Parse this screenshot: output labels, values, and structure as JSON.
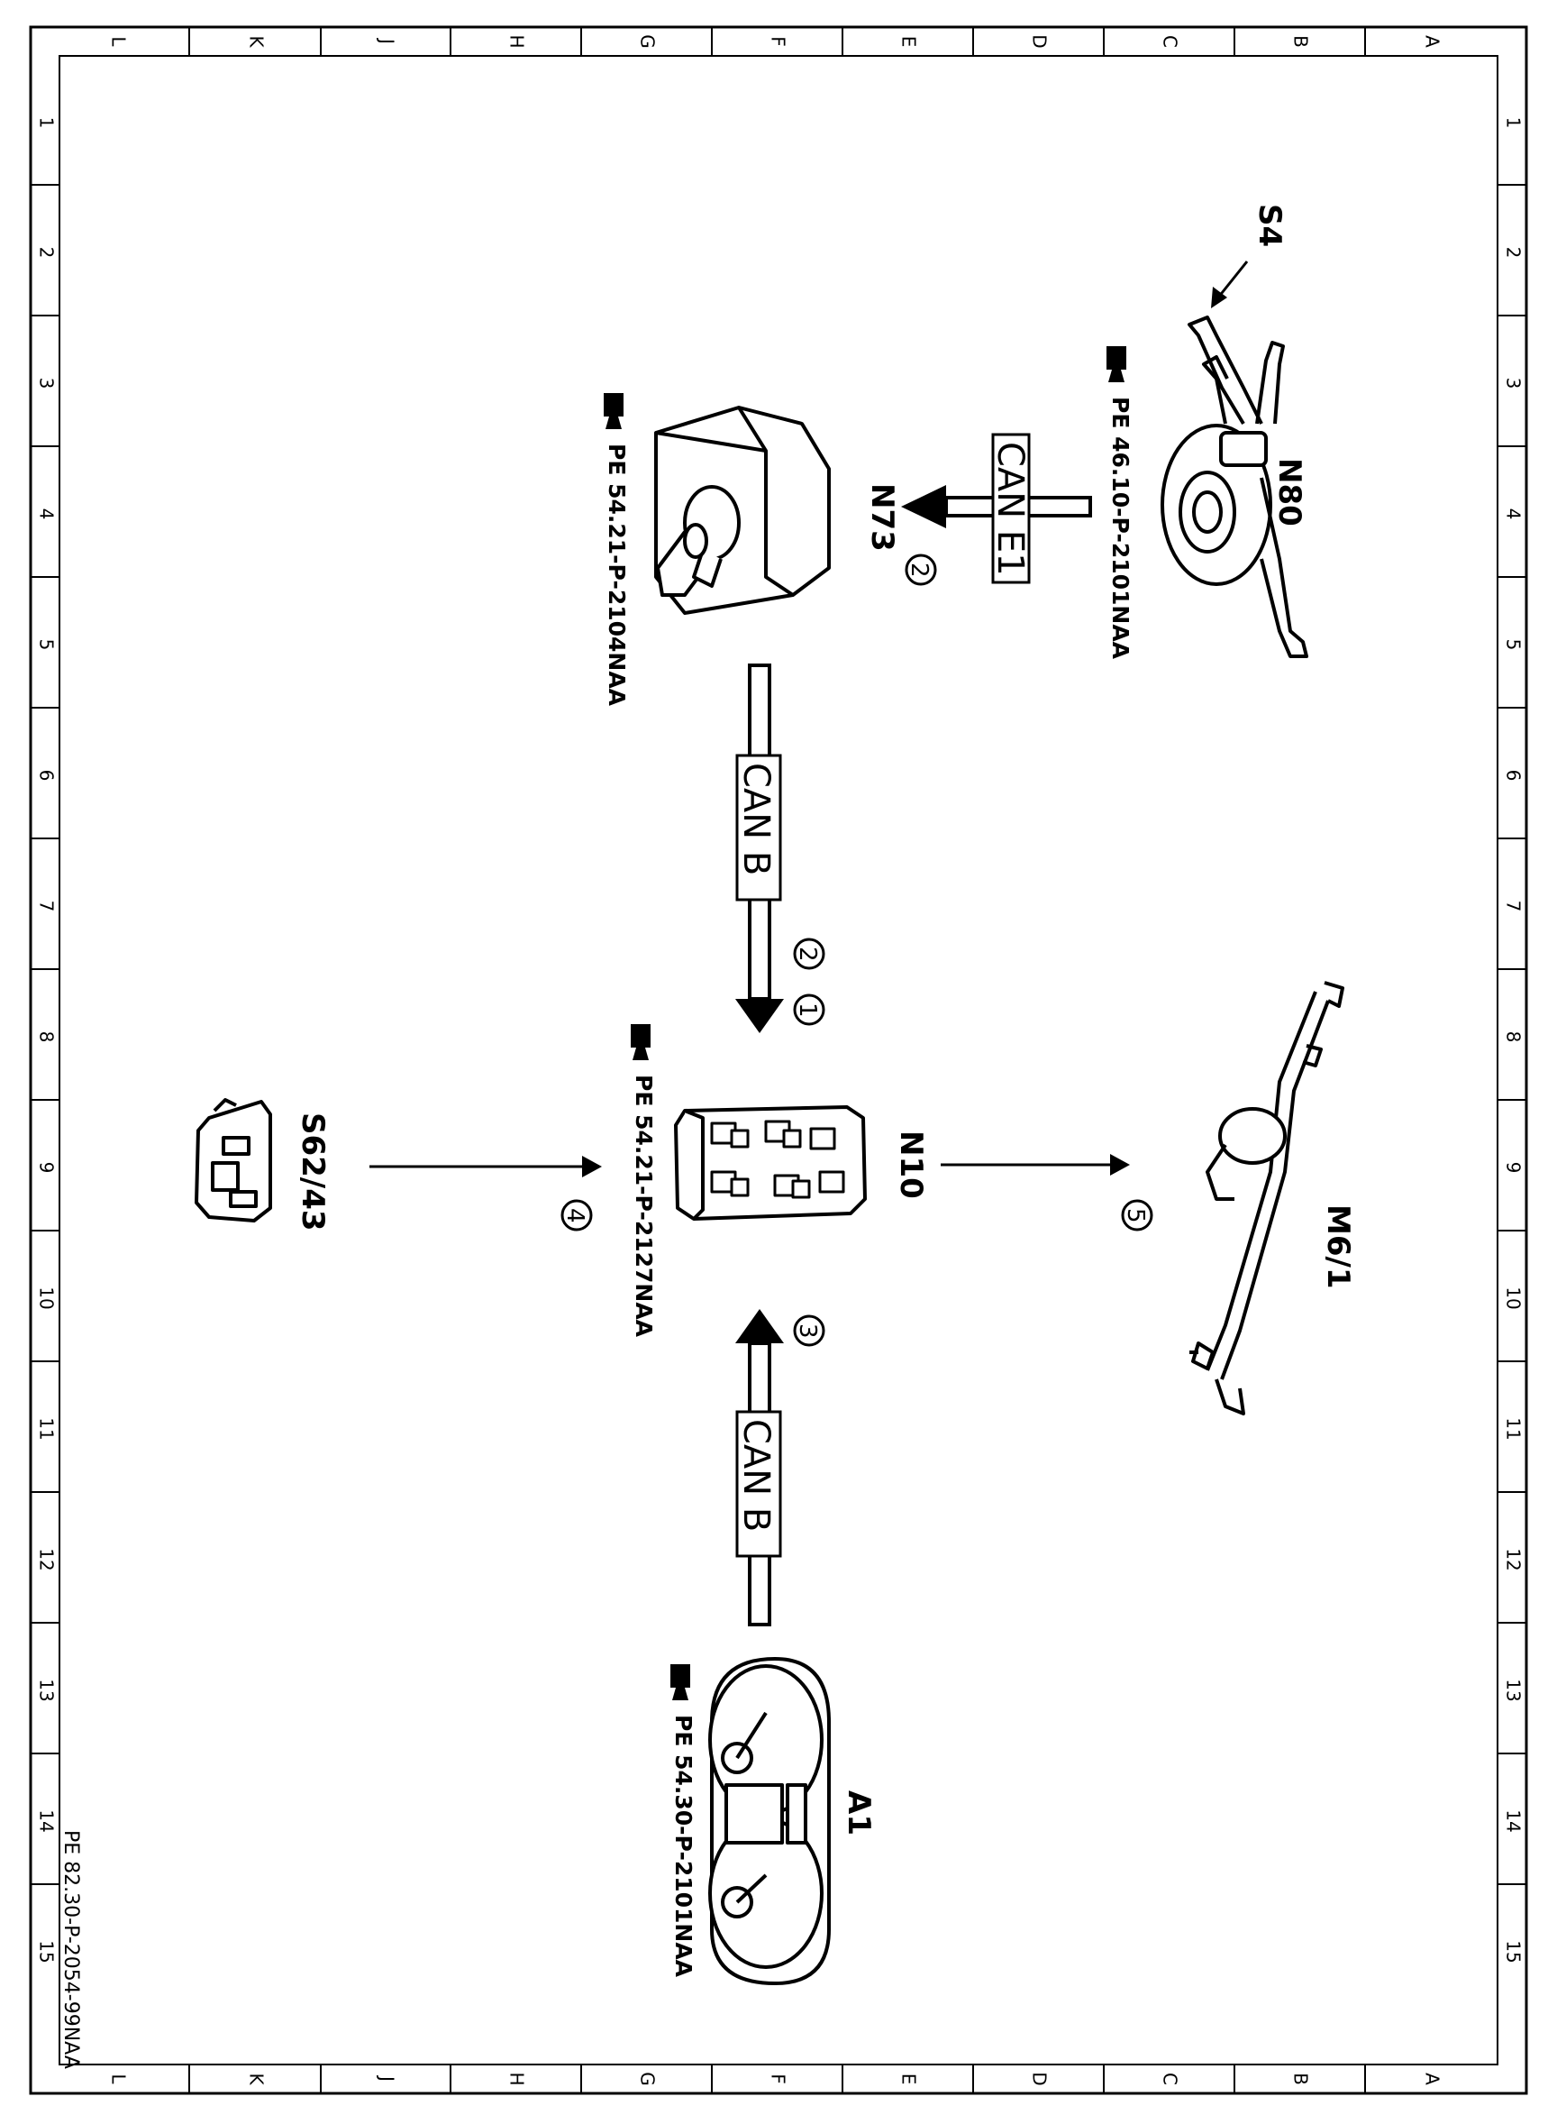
{
  "sheet": {
    "columns": [
      "L",
      "K",
      "J",
      "H",
      "G",
      "F",
      "E",
      "D",
      "C",
      "B",
      "A"
    ],
    "rows": [
      "1",
      "2",
      "3",
      "4",
      "5",
      "6",
      "7",
      "8",
      "9",
      "10",
      "11",
      "12",
      "13",
      "14",
      "15"
    ],
    "doc_id": "PE 82.30-P-2054-99NAA"
  },
  "components": [
    {
      "id": "n80",
      "label": "N80",
      "ref": "PE 46.10-P-2101NAA",
      "icon": "steering-column-switch-icon"
    },
    {
      "id": "s4",
      "label": "S4",
      "icon": "combination-switch-arrow"
    },
    {
      "id": "n73",
      "label": "N73",
      "ref": "PE 54.21-P-2104NAA",
      "icon": "ignition-switch-icon"
    },
    {
      "id": "n10",
      "label": "N10",
      "ref": "PE 54.21-P-2127NAA",
      "icon": "control-module-icon"
    },
    {
      "id": "m6_1",
      "label": "M6/1",
      "icon": "wiper-motor-icon"
    },
    {
      "id": "s62_43",
      "label": "S62/43",
      "icon": "hood-switch-icon"
    },
    {
      "id": "a1",
      "label": "A1",
      "ref": "PE 54.30-P-2101NAA",
      "icon": "instrument-cluster-icon"
    }
  ],
  "buses": [
    {
      "id": "bus_top",
      "label": "CAN E1"
    },
    {
      "id": "bus_mid",
      "label": "CAN B"
    },
    {
      "id": "bus_bot",
      "label": "CAN B"
    }
  ],
  "steps": [
    "2",
    "2",
    "1",
    "4",
    "3",
    "5"
  ]
}
